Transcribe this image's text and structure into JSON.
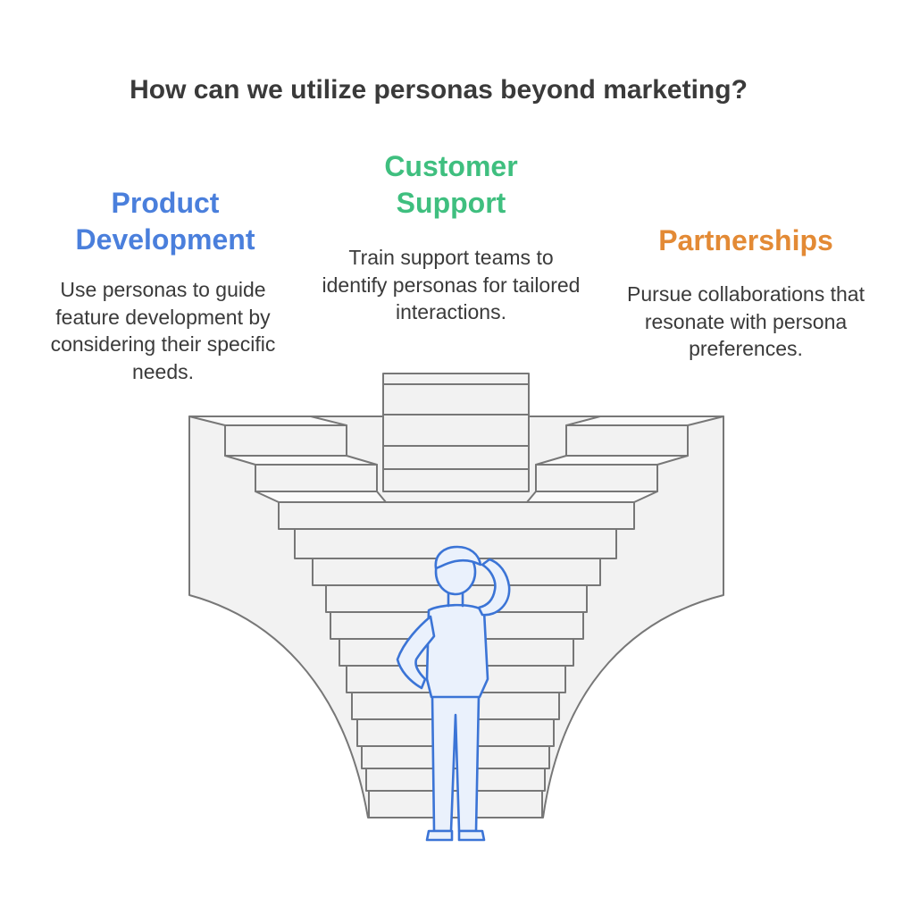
{
  "title": "How can we utilize personas beyond marketing?",
  "columns": [
    {
      "heading": "Product Development",
      "description": "Use personas to guide feature development by considering their specific needs.",
      "color": "#4a7fdc"
    },
    {
      "heading": "Customer Support",
      "description": "Train support teams to identify personas for tailored interactions.",
      "color": "#3fbf7f"
    },
    {
      "heading": "Partnerships",
      "description": "Pursue collaborations that resonate with persona preferences.",
      "color": "#e38a35"
    }
  ],
  "illustration": {
    "subject": "person-facing-three-staircases",
    "stair_color": "#f2f2f2",
    "outline_color": "#777777",
    "person_color": "#3b74d6"
  }
}
